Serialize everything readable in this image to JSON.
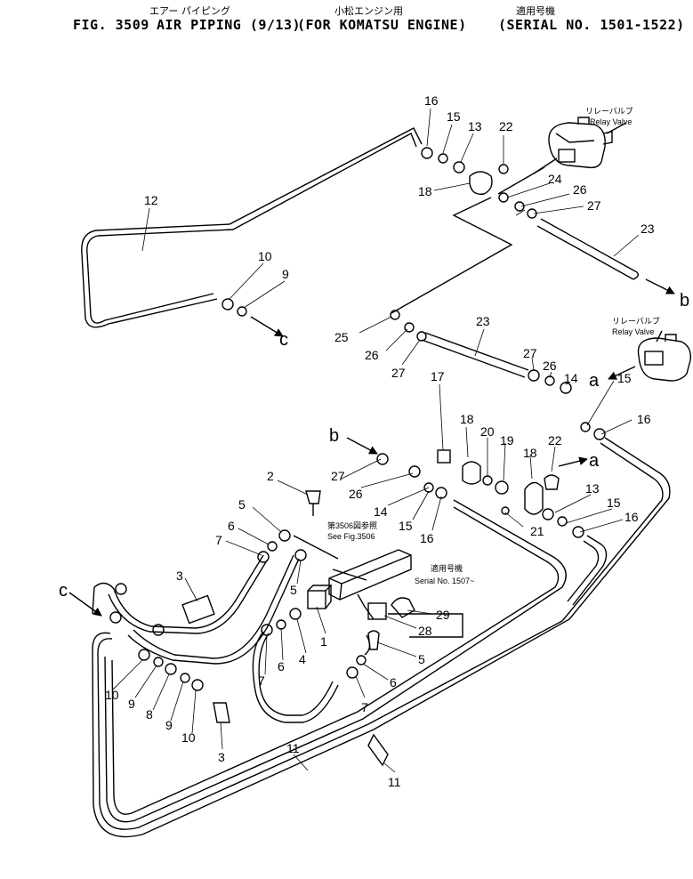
{
  "header": {
    "jp_part_title": "エアー パイピング",
    "jp_engine": "小松エンジン用",
    "jp_serial": "適用号機",
    "fig_no": "FIG. 3509",
    "title": "AIR PIPING (9/13)",
    "engine": "(FOR KOMATSU ENGINE)",
    "serial": "(SERIAL NO. 1501-1522)"
  },
  "callouts": {
    "relay_valve_jp": "リレーバルブ",
    "relay_valve": "Relay Valve",
    "see_fig_jp": "第3506図参照",
    "see_fig": "See Fig.3506",
    "serial_jp": "適用号機",
    "serial_note": "Serial No. 1507~"
  },
  "arrows": {
    "b": "b",
    "a": "a",
    "c": "c"
  },
  "part_numbers": {
    "p1": "1",
    "p2": "2",
    "p3": "3",
    "p4": "4",
    "p5": "5",
    "p6": "6",
    "p7": "7",
    "p8": "8",
    "p9": "9",
    "p10": "10",
    "p11": "11",
    "p12": "12",
    "p13": "13",
    "p14": "14",
    "p15": "15",
    "p16": "16",
    "p17": "17",
    "p18": "18",
    "p19": "19",
    "p20": "20",
    "p21": "21",
    "p22": "22",
    "p23": "23",
    "p24": "24",
    "p25": "25",
    "p26": "26",
    "p27": "27",
    "p28": "28",
    "p29": "29"
  }
}
